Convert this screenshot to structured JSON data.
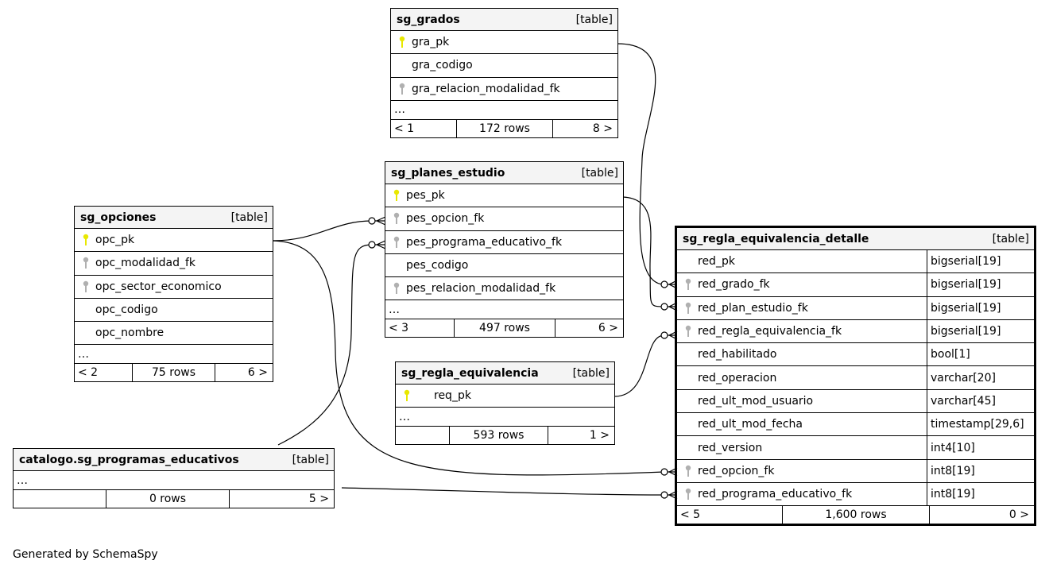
{
  "tables": {
    "sg_grados": {
      "name": "sg_grados",
      "type": "[table]",
      "columns": [
        {
          "name": "gra_pk",
          "key": "primary-key-icon"
        },
        {
          "name": "gra_codigo",
          "key": ""
        },
        {
          "name": "gra_relacion_modalidad_fk",
          "key": "foreign-key-icon"
        }
      ],
      "ellipsis": "…",
      "footer": {
        "parents": "< 1",
        "rows": "172 rows",
        "children": "8 >"
      }
    },
    "sg_planes_estudio": {
      "name": "sg_planes_estudio",
      "type": "[table]",
      "columns": [
        {
          "name": "pes_pk",
          "key": "primary-key-icon"
        },
        {
          "name": "pes_opcion_fk",
          "key": "foreign-key-icon"
        },
        {
          "name": "pes_programa_educativo_fk",
          "key": "foreign-key-icon"
        },
        {
          "name": "pes_codigo",
          "key": ""
        },
        {
          "name": "pes_relacion_modalidad_fk",
          "key": "foreign-key-icon"
        }
      ],
      "ellipsis": "…",
      "footer": {
        "parents": "< 3",
        "rows": "497 rows",
        "children": "6 >"
      }
    },
    "sg_opciones": {
      "name": "sg_opciones",
      "type": "[table]",
      "columns": [
        {
          "name": "opc_pk",
          "key": "primary-key-icon"
        },
        {
          "name": "opc_modalidad_fk",
          "key": "foreign-key-icon"
        },
        {
          "name": "opc_sector_economico",
          "key": "foreign-key-icon"
        },
        {
          "name": "opc_codigo",
          "key": ""
        },
        {
          "name": "opc_nombre",
          "key": ""
        }
      ],
      "ellipsis": "…",
      "footer": {
        "parents": "< 2",
        "rows": "75 rows",
        "children": "6 >"
      }
    },
    "sg_regla_equivalencia": {
      "name": "sg_regla_equivalencia",
      "type": "[table]",
      "columns": [
        {
          "name": "req_pk",
          "key": "primary-key-icon"
        }
      ],
      "ellipsis": "…",
      "footer": {
        "parents": "",
        "rows": "593 rows",
        "children": "1 >"
      }
    },
    "sg_programas_educativos": {
      "name": "catalogo.sg_programas_educativos",
      "type": "[table]",
      "columns": [],
      "ellipsis": "…",
      "footer": {
        "parents": "",
        "rows": "0 rows",
        "children": "5 >"
      }
    },
    "sg_regla_equivalencia_detalle": {
      "name": "sg_regla_equivalencia_detalle",
      "type": "[table]",
      "columns": [
        {
          "name": "red_pk",
          "key": "",
          "type": "bigserial[19]"
        },
        {
          "name": "red_grado_fk",
          "key": "foreign-key-icon",
          "type": "bigserial[19]"
        },
        {
          "name": "red_plan_estudio_fk",
          "key": "foreign-key-icon",
          "type": "bigserial[19]"
        },
        {
          "name": "red_regla_equivalencia_fk",
          "key": "foreign-key-icon",
          "type": "bigserial[19]"
        },
        {
          "name": "red_habilitado",
          "key": "",
          "type": "bool[1]"
        },
        {
          "name": "red_operacion",
          "key": "",
          "type": "varchar[20]"
        },
        {
          "name": "red_ult_mod_usuario",
          "key": "",
          "type": "varchar[45]"
        },
        {
          "name": "red_ult_mod_fecha",
          "key": "",
          "type": "timestamp[29,6]"
        },
        {
          "name": "red_version",
          "key": "",
          "type": "int4[10]"
        },
        {
          "name": "red_opcion_fk",
          "key": "foreign-key-icon",
          "type": "int8[19]"
        },
        {
          "name": "red_programa_educativo_fk",
          "key": "foreign-key-icon",
          "type": "int8[19]"
        }
      ],
      "footer": {
        "parents": "< 5",
        "rows": "1,600 rows",
        "children": "0 >"
      }
    }
  },
  "colors": {
    "primary_key": "#e8e800",
    "foreign_key": "#b0b0b0",
    "header_bg": "#f4f4f4"
  },
  "credit": "Generated by SchemaSpy"
}
